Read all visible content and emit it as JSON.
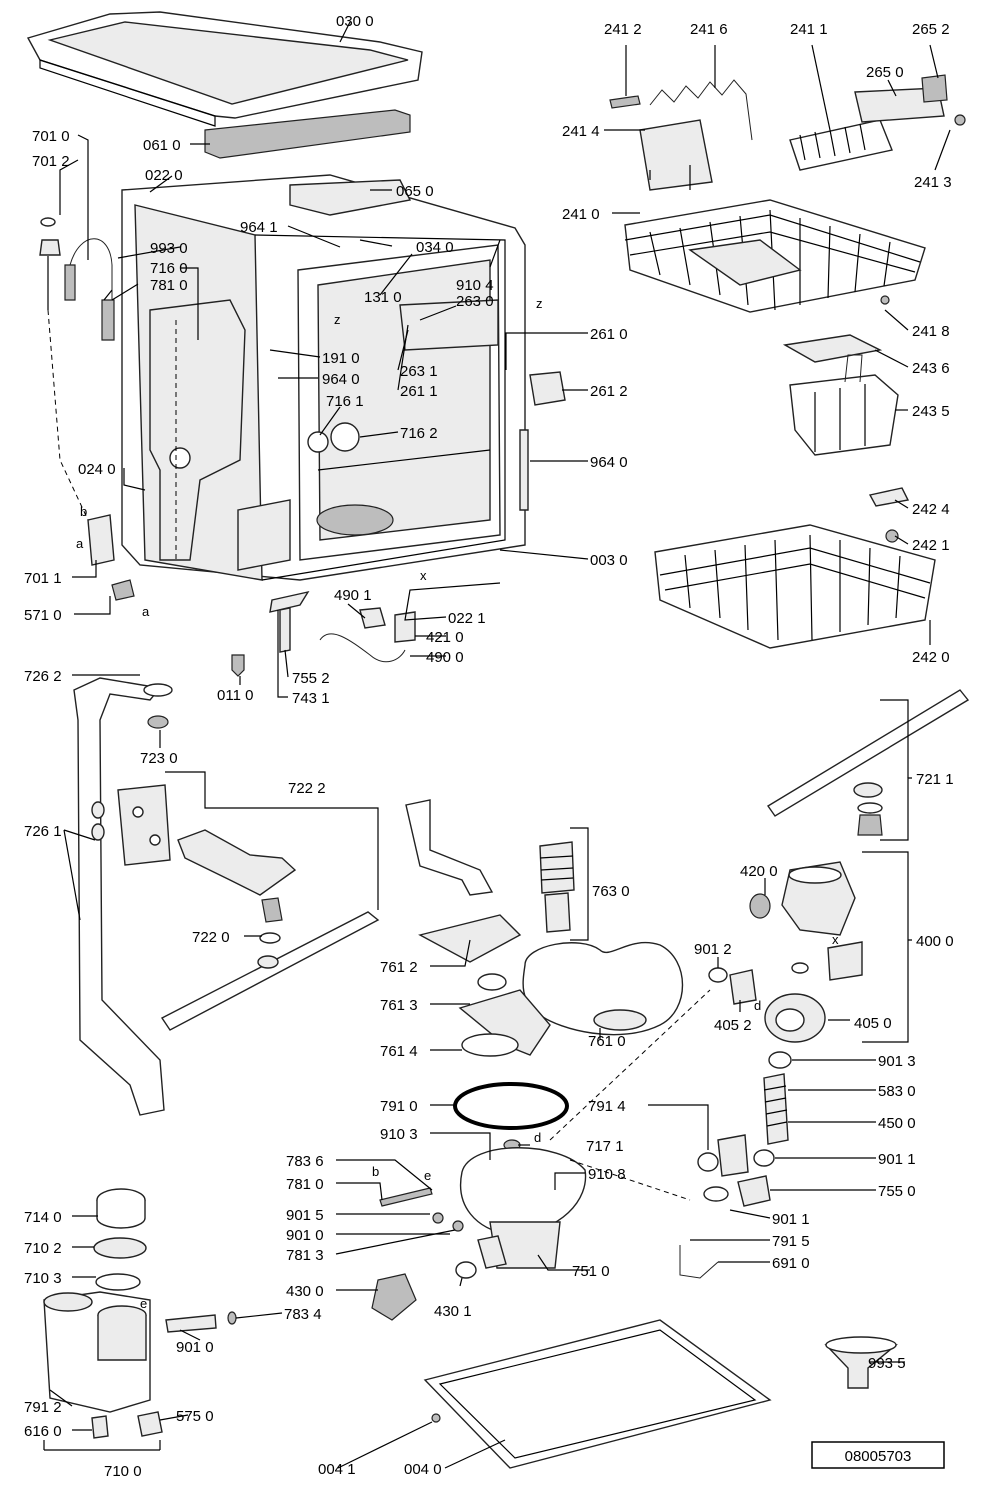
{
  "doc_number": "08005703",
  "labels": {
    "p030_0": "030 0",
    "p061_0": "061 0",
    "p701_0": "701 0",
    "p701_2": "701 2",
    "p022_0": "022 0",
    "p065_0": "065 0",
    "p964_1": "964 1",
    "p034_0": "034 0",
    "p993_0": "993 0",
    "p716_0": "716 0",
    "p781_0a": "781 0",
    "p910_4": "910 4",
    "p131_0": "131 0",
    "p263_0": "263 0",
    "p261_0": "261 0",
    "p191_0": "191 0",
    "p263_1": "263 1",
    "p964_0a": "964 0",
    "p261_1": "261 1",
    "p261_2": "261 2",
    "p716_1": "716 1",
    "p716_2": "716 2",
    "p964_0b": "964 0",
    "p024_0": "024 0",
    "p003_0": "003 0",
    "p701_1": "701 1",
    "p571_0": "571 0",
    "p490_1": "490 1",
    "p022_1": "022 1",
    "p421_0": "421 0",
    "p490_0": "490 0",
    "p011_0": "011 0",
    "p755_2": "755 2",
    "p743_1": "743 1",
    "p241_2": "241 2",
    "p241_6": "241 6",
    "p241_1": "241 1",
    "p265_2": "265 2",
    "p265_0": "265 0",
    "p241_4": "241 4",
    "p241_3": "241 3",
    "p241_0": "241 0",
    "p241_8": "241 8",
    "p243_6": "243 6",
    "p243_5": "243 5",
    "p242_4": "242 4",
    "p242_1": "242 1",
    "p242_0": "242 0",
    "p726_2": "726 2",
    "p723_0": "723 0",
    "p722_2": "722 2",
    "p726_1": "726 1",
    "p722_0": "722 0",
    "p721_1": "721 1",
    "p763_0": "763 0",
    "p420_0": "420 0",
    "p901_2": "901 2",
    "p400_0": "400 0",
    "p761_2": "761 2",
    "p761_3": "761 3",
    "p405_2": "405 2",
    "p405_0": "405 0",
    "p761_0": "761 0",
    "p761_4": "761 4",
    "p901_3": "901 3",
    "p583_0": "583 0",
    "p791_0": "791 0",
    "p791_4": "791 4",
    "p450_0": "450 0",
    "p910_3": "910 3",
    "p717_1": "717 1",
    "p783_6": "783 6",
    "p910_8": "910 8",
    "p901_1a": "901 1",
    "p781_0b": "781 0",
    "p755_0": "755 0",
    "p901_5": "901 5",
    "p901_1b": "901 1",
    "p714_0": "714 0",
    "p901_0a": "901 0",
    "p710_2": "710 2",
    "p781_3": "781 3",
    "p791_5": "791 5",
    "p751_0": "751 0",
    "p691_0": "691 0",
    "p710_3": "710 3",
    "p430_0": "430 0",
    "p783_4": "783 4",
    "p430_1": "430 1",
    "p901_0b": "901 0",
    "p993_5": "993 5",
    "p791_2": "791 2",
    "p575_0": "575 0",
    "p616_0": "616 0",
    "p710_0": "710 0",
    "p004_1": "004 1",
    "p004_0": "004 0"
  },
  "refs": {
    "z1": "z",
    "z2": "z",
    "b1": "b",
    "a1": "a",
    "a2": "a",
    "x1": "x",
    "x2": "x",
    "d1": "d",
    "d2": "d",
    "b2": "b",
    "e1": "e",
    "e2": "e"
  }
}
